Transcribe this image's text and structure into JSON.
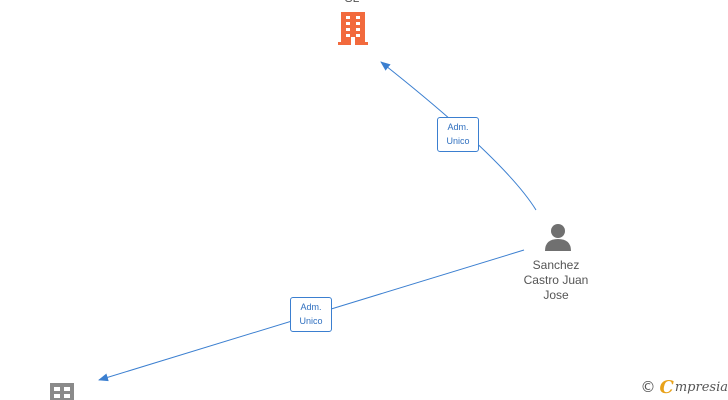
{
  "nodes": {
    "top_company": {
      "label": "SL",
      "icon": "building-icon",
      "color": "#f26a3d"
    },
    "person": {
      "label_lines": [
        "Sanchez",
        "Castro Juan",
        "Jose"
      ],
      "icon": "person-icon",
      "color": "#707070"
    },
    "bottom_company": {
      "icon": "building-icon",
      "color": "#8a8a8a"
    }
  },
  "edges": {
    "to_top": {
      "label_lines": [
        "Adm.",
        "Unico"
      ]
    },
    "to_bottom": {
      "label_lines": [
        "Adm.",
        "Unico"
      ]
    }
  },
  "colors": {
    "edge": "#3b7fd0"
  },
  "watermark": {
    "copyright": "©",
    "brand_initial": "C",
    "brand_rest": "mpresia"
  }
}
